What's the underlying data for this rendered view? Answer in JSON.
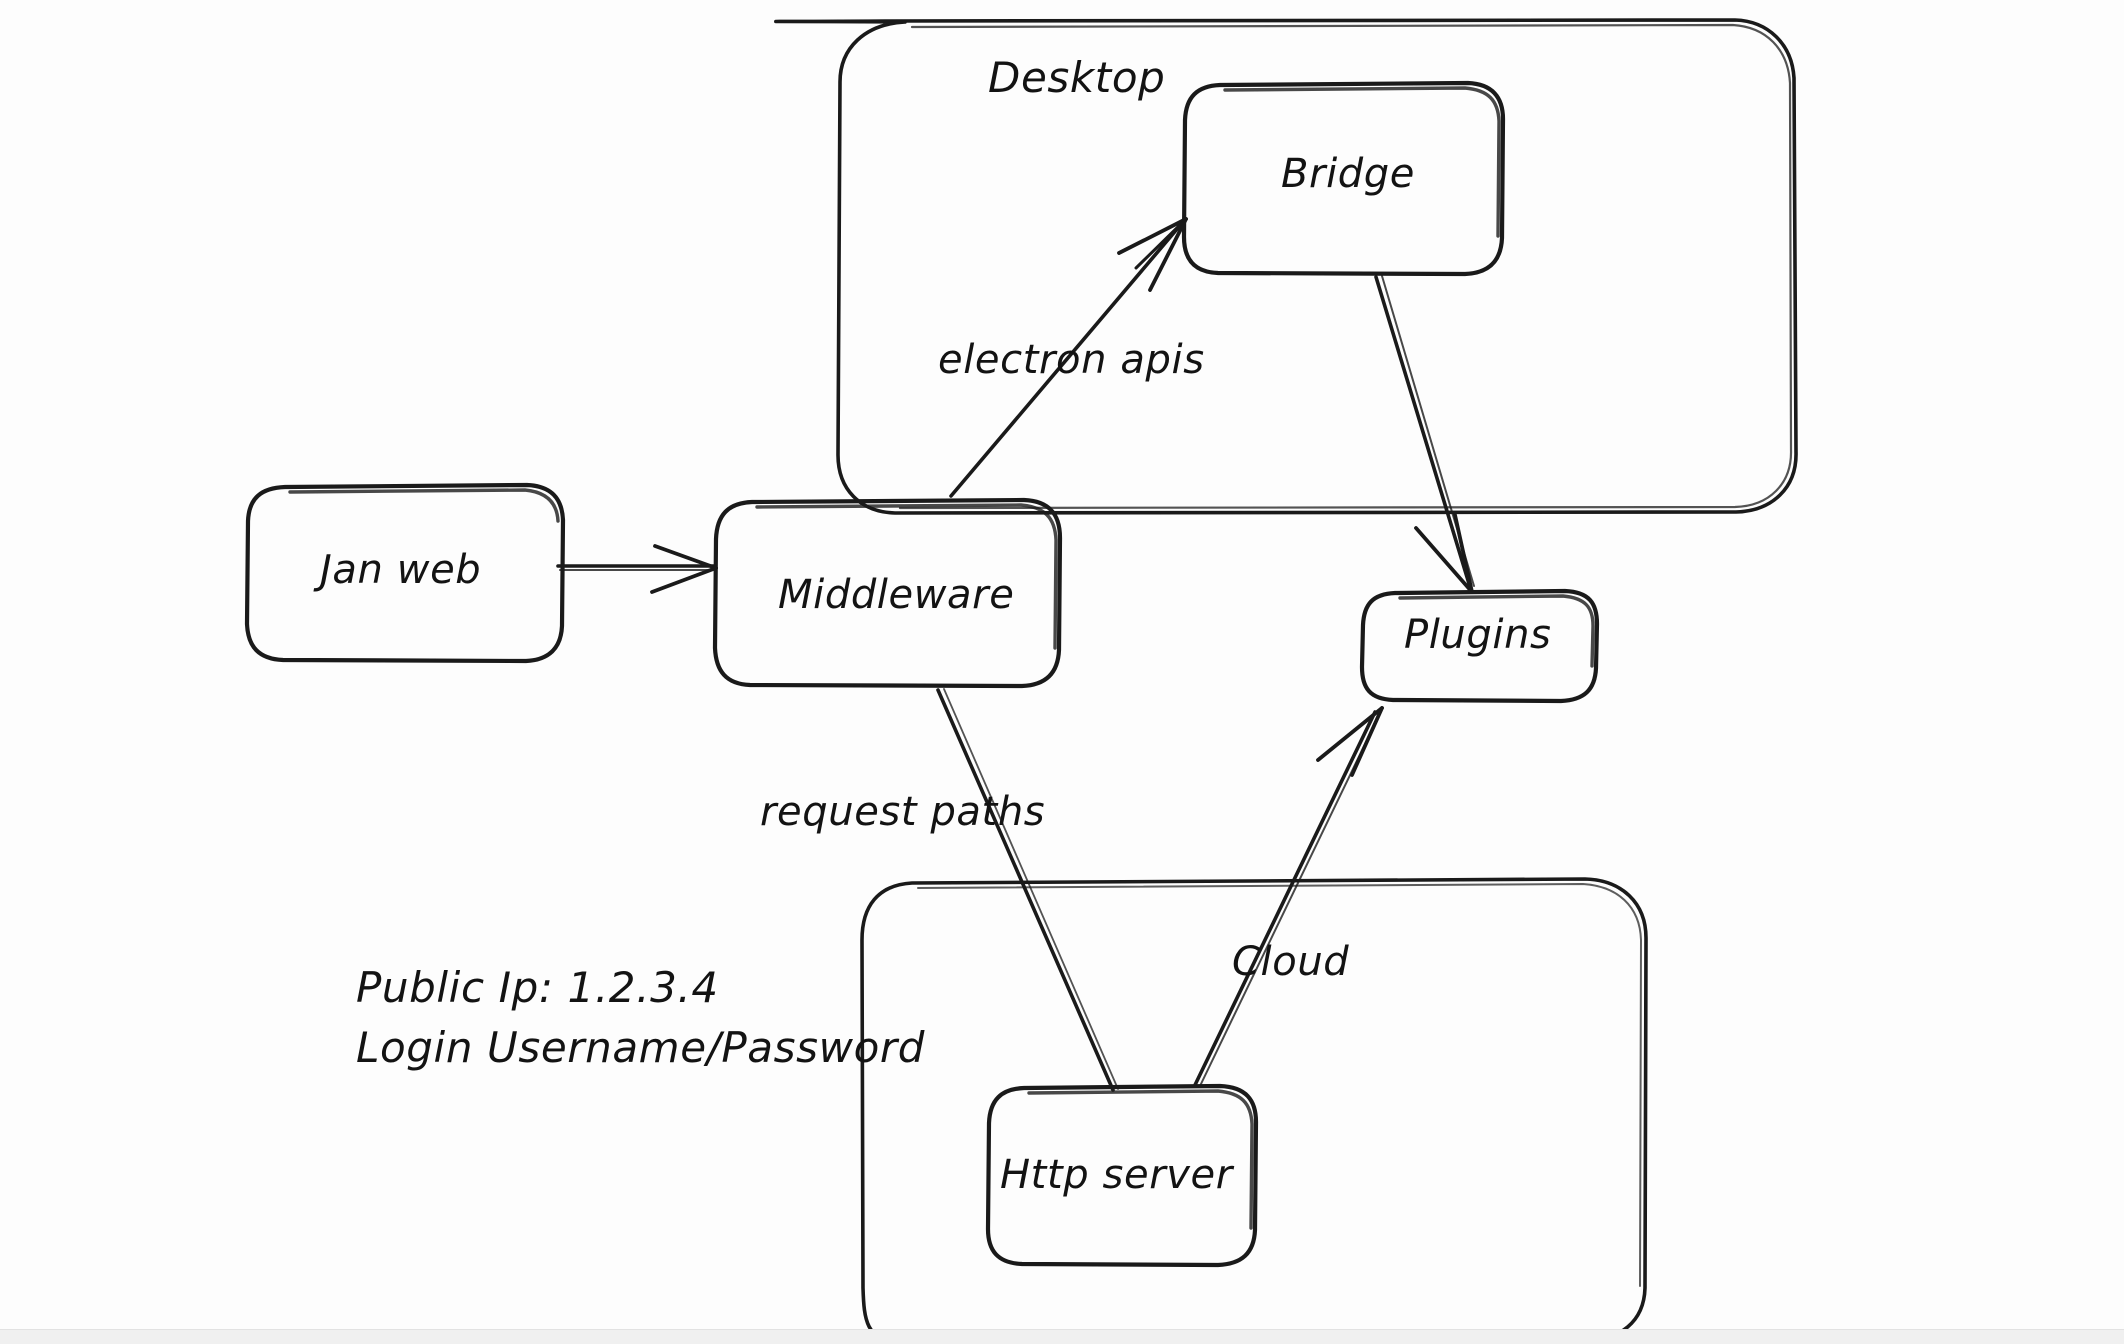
{
  "diagram": {
    "title": "Jan application architecture sketch",
    "style": "hand-drawn whiteboard sketch",
    "background_color": "#fdfdfd",
    "stroke_color": "#1a1a1a",
    "containers": [
      {
        "id": "desktop",
        "label": "Desktop"
      },
      {
        "id": "cloud",
        "label": ""
      }
    ],
    "nodes": [
      {
        "id": "jan-web",
        "label": "Jan web"
      },
      {
        "id": "middleware",
        "label": "Middleware"
      },
      {
        "id": "bridge",
        "label": "Bridge"
      },
      {
        "id": "plugins",
        "label": "Plugins"
      },
      {
        "id": "http-server",
        "label": "Http server"
      }
    ],
    "edges": [
      {
        "id": "janweb-to-middleware",
        "from": "jan-web",
        "to": "middleware",
        "label": ""
      },
      {
        "id": "middleware-to-bridge",
        "from": "middleware",
        "to": "bridge",
        "label": "electron apis"
      },
      {
        "id": "bridge-to-plugins",
        "from": "bridge",
        "to": "plugins",
        "label": ""
      },
      {
        "id": "middleware-to-httpserver",
        "from": "middleware",
        "to": "http-server",
        "label": "request paths"
      },
      {
        "id": "httpserver-to-plugins",
        "from": "http-server",
        "to": "plugins",
        "label": "Cloud"
      }
    ],
    "notes": {
      "public_ip_line": "Public Ip: 1.2.3.4",
      "login_line": "Login Username/Password"
    }
  }
}
